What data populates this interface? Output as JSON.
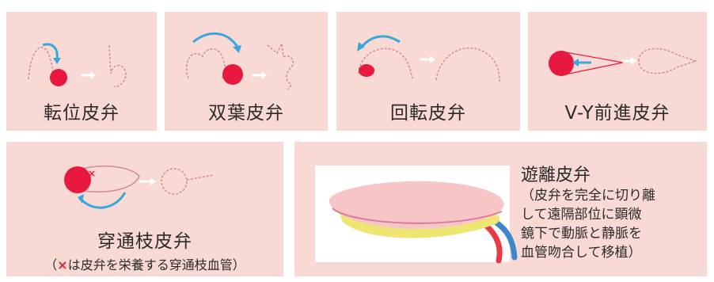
{
  "flaps": {
    "transposition": {
      "label": "転位皮弁"
    },
    "bilobed": {
      "label": "双葉皮弁"
    },
    "rotation": {
      "label": "回転皮弁"
    },
    "vy": {
      "label": "V-Y前進皮弁"
    },
    "perforator": {
      "label": "穿通枝皮弁",
      "note_open": "（",
      "note_mark": "×",
      "note_rest": "は皮弁を栄養する穿通枝血管）"
    },
    "free": {
      "title": "遊離皮弁",
      "note_lines": [
        "（皮弁を完全に切り離",
        "して遠隔部位に顕微",
        "鏡下で動脈と静脈を",
        "血管吻合して移植）"
      ]
    }
  },
  "colors": {
    "card_bg": "#f9d9d3",
    "defect": "#e8193e",
    "arrow": "#3aa7dc",
    "suture": "#cf8d95",
    "flap_skin": "#f6c6c6",
    "fat": "#efe572",
    "artery": "#e63b45",
    "vein": "#3f86c9"
  }
}
